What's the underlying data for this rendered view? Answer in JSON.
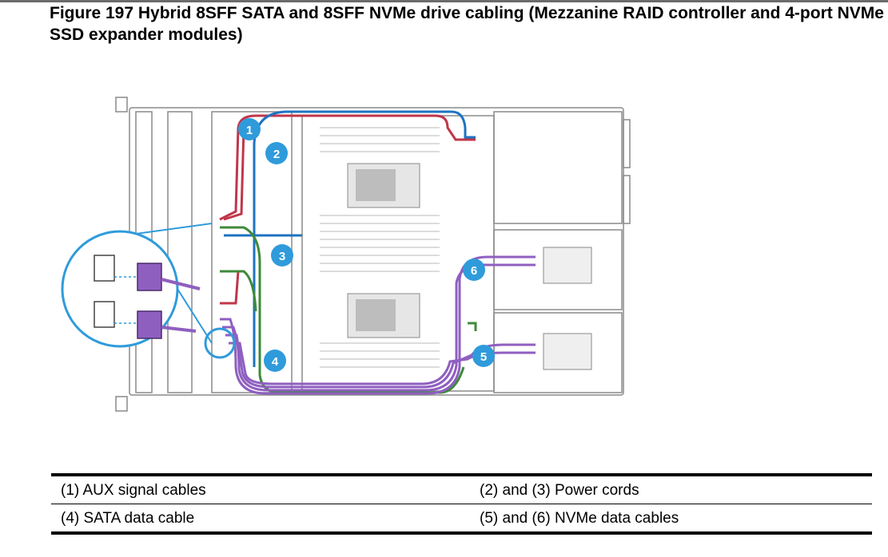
{
  "document": {
    "title": "Figure 197 Hybrid 8SFF SATA and 8SFF NVMe drive cabling (Mezzanine RAID controller and 4-port NVMe SSD expander modules)"
  },
  "figure": {
    "callouts": [
      "1",
      "2",
      "3",
      "4",
      "5",
      "6"
    ],
    "colors": {
      "aux_signal_cable": "#c0364a",
      "power_cord": "#1f73c0",
      "sata_data_cable": "#3f8a3a",
      "nvme_data_cable": "#8f5fc0",
      "callout_circle": "#2f9bdb"
    }
  },
  "legend": {
    "rows": [
      [
        "(1) AUX signal cables",
        "(2) and (3) Power cords"
      ],
      [
        "(4) SATA data cable",
        "(5) and (6) NVMe data cables"
      ]
    ]
  }
}
